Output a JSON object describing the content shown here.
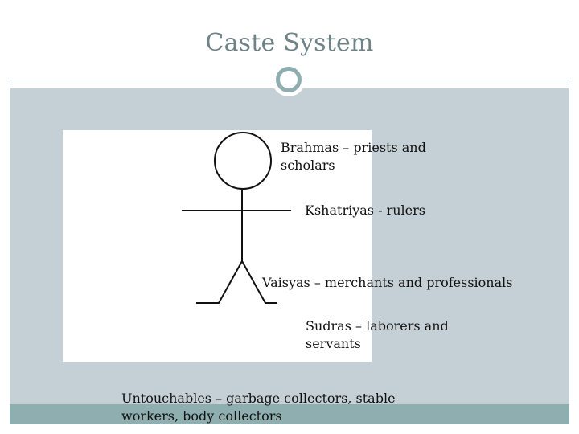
{
  "slide": {
    "title": "Caste System"
  },
  "castes": {
    "brahmas": [
      "Brahmas – priests and",
      "scholars"
    ],
    "kshatriyas": "Kshatriyas - rulers",
    "vaisyas": "Vaisyas – merchants and professionals",
    "sudras": [
      "Sudras – laborers and",
      "servants"
    ],
    "untouchables": [
      "Untouchables – garbage collectors, stable",
      "workers, body collectors"
    ]
  },
  "colors": {
    "accent": "#8faeb0",
    "panel": "#c5d0d6",
    "title": "#6e8387"
  }
}
